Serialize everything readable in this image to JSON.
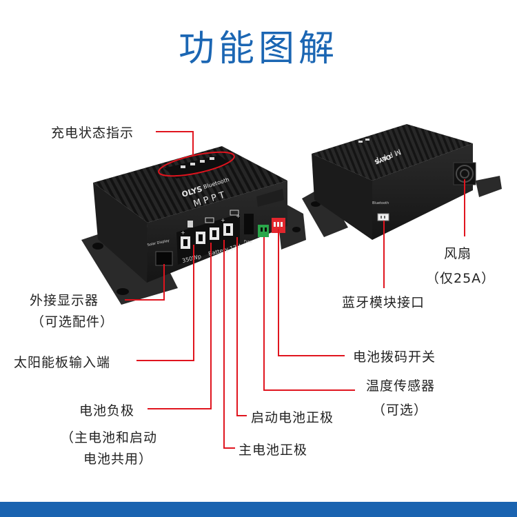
{
  "title": "功能图解",
  "device": {
    "brand": "OLYS",
    "bluetooth": "Bluetooth",
    "model": "MPPT",
    "solar_display": "Solar Display",
    "panel_rating": "350Wp",
    "battery_voltage": "Battery 12V",
    "fuse": "Fuse",
    "bluetooth_port": "Bluetooth",
    "fan_rating": "25A"
  },
  "labels": {
    "charge_indicator": "充电状态指示",
    "ext_display": "外接显示器",
    "ext_display_note": "（可选配件）",
    "solar_input": "太阳能板输入端",
    "batt_negative": "电池负极",
    "batt_negative_note_1": "（主电池和启动",
    "batt_negative_note_2": "电池共用）",
    "start_batt_positive": "启动电池正极",
    "main_batt_positive": "主电池正极",
    "dip_switch": "电池拨码开关",
    "temp_sensor": "温度传感器",
    "temp_sensor_note": "（可选）",
    "fan": "风扇",
    "fan_note": "（仅25A）",
    "bt_port": "蓝牙模块接口"
  },
  "colors": {
    "title": "#1b66b3",
    "callout_line": "#e0141e",
    "device_body": "#1c1c1c",
    "bottom_bar": "#1a63b0"
  }
}
